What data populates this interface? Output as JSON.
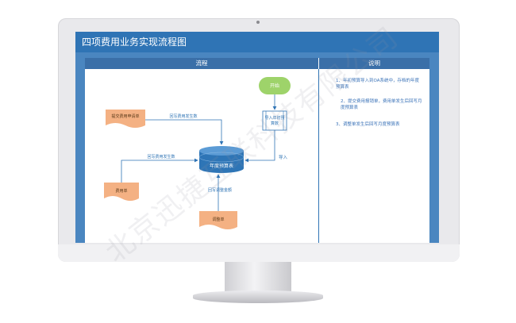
{
  "title": "四项费用业务实现流程图",
  "columns": {
    "flow": "流程",
    "notes": "说明"
  },
  "nodes": {
    "start": "开始",
    "import_budget": "导入年初预算数",
    "budget_db": "年度预算表",
    "expense_application": "提交费用申请单",
    "expense_voucher": "费用单",
    "adjustment_voucher": "调整单"
  },
  "edges": {
    "import": "导入",
    "writeback_expense": "回写费用发生数",
    "writeback_expense_2": "回写费用发生数",
    "writeback_adjust": "回写调整金额"
  },
  "notes": [
    "1、年初预算导入到OA系统中，存档的年度预算表",
    "2、提交费用报销单，费用单发生后回写月度预算表",
    "3、调整单发生后回写月度预算表"
  ],
  "watermark": "北京迅捷互联科技有限公司",
  "colors": {
    "header": "#2f74b5",
    "start_fill": "#9ed36a",
    "doc_fill": "#f4b183",
    "db_fill": "#2e75b6",
    "line": "#2f74b5"
  }
}
